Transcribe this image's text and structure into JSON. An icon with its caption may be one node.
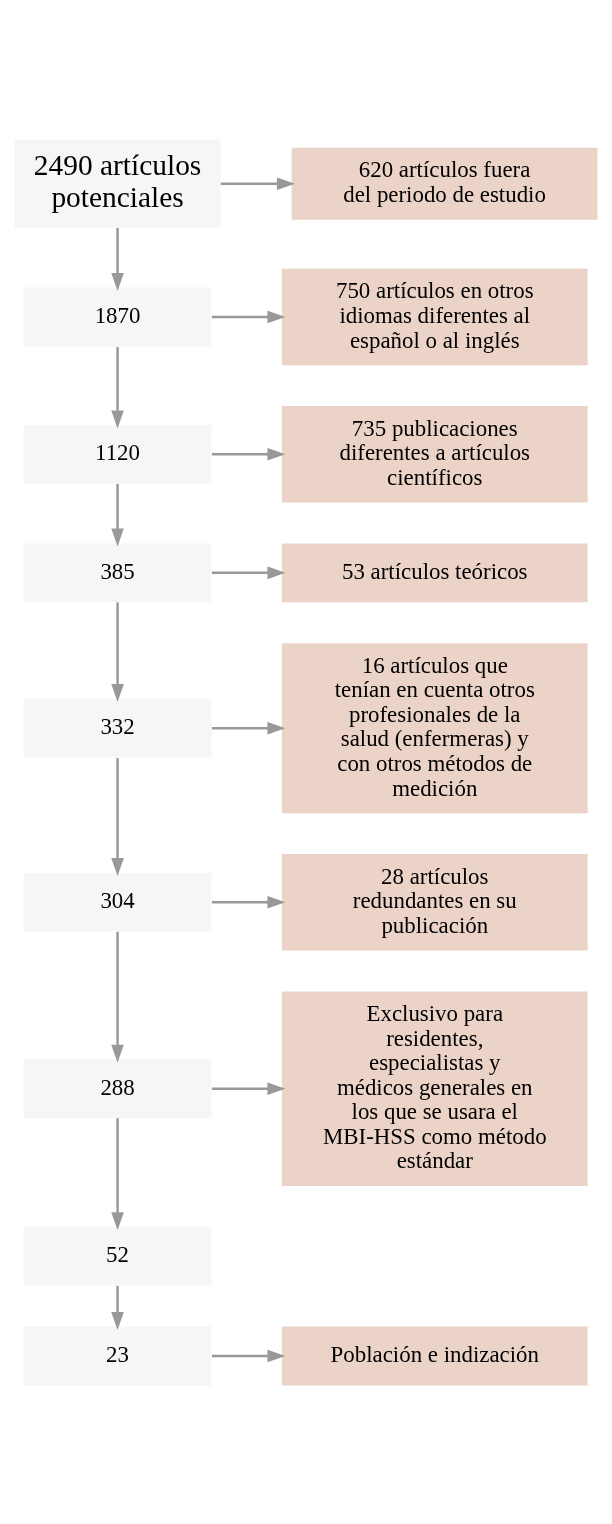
{
  "diagram": {
    "nodes": [
      {
        "text": [
          "2490 artículos potenciales"
        ]
      },
      {
        "text": [
          "620 artículos fuera del periodo de estudio"
        ]
      },
      {
        "text": [
          "1870"
        ]
      },
      {
        "text": [
          "750 artículos en otros idiomas diferentes al español o al inglés"
        ]
      },
      {
        "text": [
          "1120"
        ]
      },
      {
        "text": [
          "735 publicaciones diferentes a artículos científicos"
        ]
      },
      {
        "text": [
          "385"
        ]
      },
      {
        "text": [
          "53 artículos teóricos"
        ]
      },
      {
        "text": [
          "332"
        ]
      },
      {
        "text": [
          "16 artículos que tenían en cuenta otros profesionales de la salud (enfermeras) y con otros métodos de medición"
        ]
      },
      {
        "text": [
          "304"
        ]
      },
      {
        "text": [
          "28 artículos redundantes en su publicación"
        ]
      },
      {
        "text": [
          "288"
        ]
      },
      {
        "text": [
          "Exclusivo para residentes, especialistas y médicos generales en los que se usara el MBI-HSS como método estándar"
        ]
      },
      {
        "text": [
          "52"
        ]
      },
      {
        "text": [
          "23"
        ]
      },
      {
        "text": [
          "Población e indización"
        ]
      }
    ],
    "edges": [
      {
        "from": 0,
        "to": 1,
        "arrow": "to"
      },
      {
        "from": 0,
        "to": 2,
        "arrow": "to"
      },
      {
        "from": 2,
        "to": 3,
        "arrow": "to"
      },
      {
        "from": 2,
        "to": 4,
        "arrow": "to"
      },
      {
        "from": 4,
        "to": 5,
        "arrow": "to"
      },
      {
        "from": 4,
        "to": 6,
        "arrow": "to"
      },
      {
        "from": 6,
        "to": 7,
        "arrow": "to"
      },
      {
        "from": 6,
        "to": 8,
        "arrow": "to"
      },
      {
        "from": 8,
        "to": 9,
        "arrow": "to"
      },
      {
        "from": 8,
        "to": 10,
        "arrow": "to"
      },
      {
        "from": 10,
        "to": 11,
        "arrow": "to"
      },
      {
        "from": 10,
        "to": 12,
        "arrow": "to"
      },
      {
        "from": 12,
        "to": 13,
        "arrow": "to"
      },
      {
        "from": 12,
        "to": 14,
        "arrow": "to"
      },
      {
        "from": 14,
        "to": 15,
        "arrow": "to"
      },
      {
        "from": 15,
        "to": 16,
        "arrow": "to"
      }
    ]
  }
}
